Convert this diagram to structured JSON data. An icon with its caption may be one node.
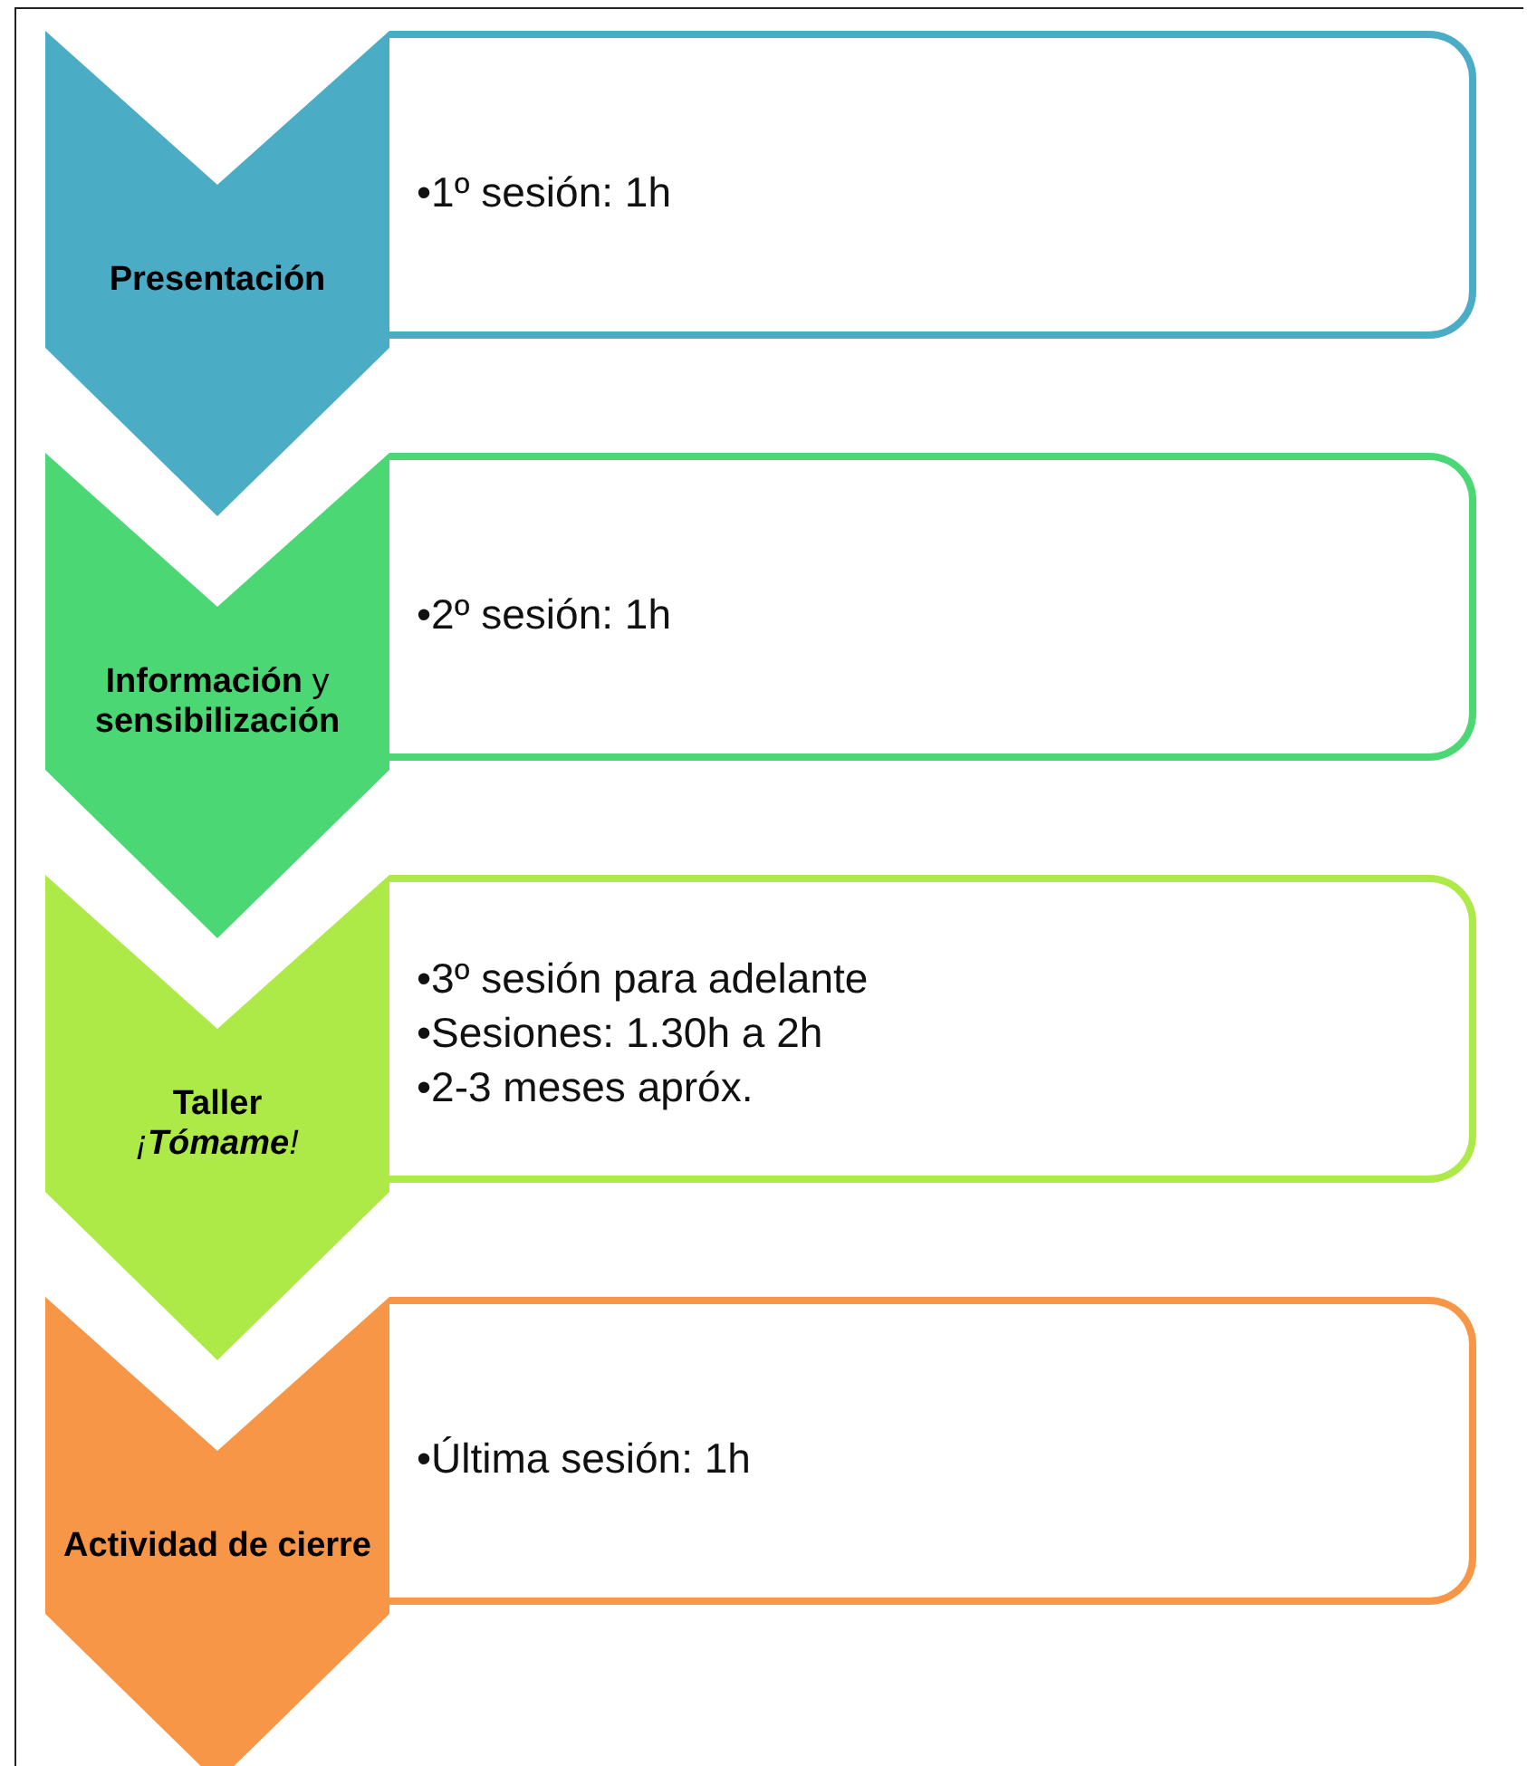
{
  "diagram": {
    "nodes": [
      {
        "text": [
          "Presentación"
        ]
      },
      {
        "text": [
          "•1º sesión: 1h"
        ]
      },
      {
        "text": [
          "**Información** y **sensibilización**"
        ]
      },
      {
        "text": [
          "•2º sesión: 1h"
        ]
      },
      {
        "text": [
          "Taller",
          "¡**Tómame**!"
        ]
      },
      {
        "text": [
          "•3º sesión para adelante",
          "•Sesiones: 1.30h a 2h",
          "•2-3 meses apróx."
        ]
      },
      {
        "text": [
          "Actividad de cierre"
        ]
      },
      {
        "text": [
          "•Última sesión: 1h"
        ]
      }
    ],
    "edges": []
  }
}
